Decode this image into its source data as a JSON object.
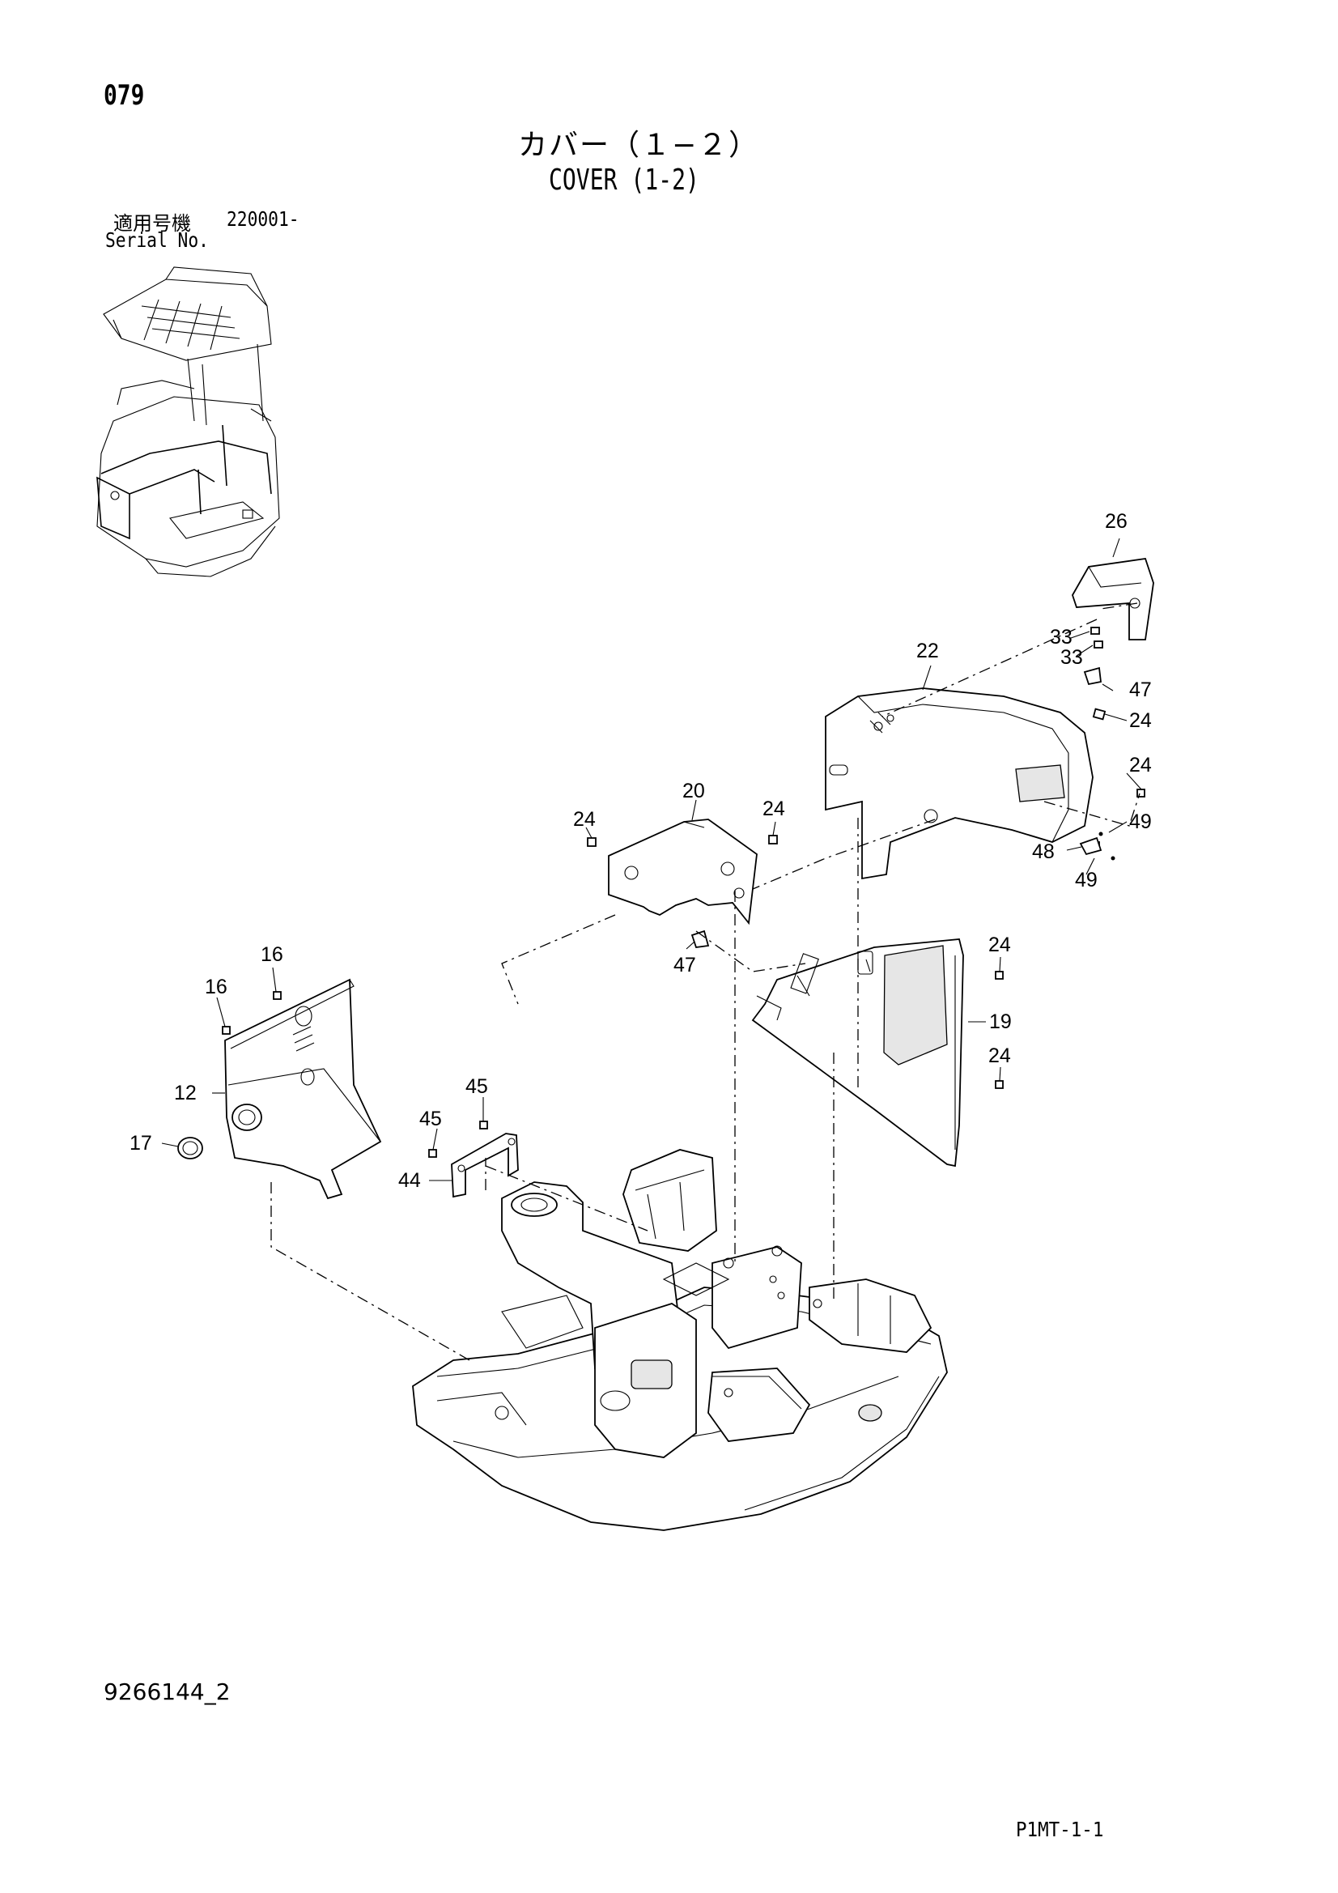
{
  "header": {
    "page_number": "079",
    "title_jp": "カバー（１−２）",
    "title_en": "COVER (1-2)",
    "serial_label_jp": "適用号機",
    "serial_value": "220001-",
    "serial_label_en": "Serial No."
  },
  "footer": {
    "drawing_number": "9266144_2",
    "page_code": "P1MT-1-1"
  },
  "part_labels": {
    "p26": "26",
    "p22": "22",
    "p33a": "33",
    "p33b": "33",
    "p47a": "47",
    "p24a": "24",
    "p24b": "24",
    "p49a": "49",
    "p48": "48",
    "p49b": "49",
    "p20": "20",
    "p24c": "24",
    "p24d": "24",
    "p47b": "47",
    "p24e": "24",
    "p19": "19",
    "p24f": "24",
    "p16a": "16",
    "p16b": "16",
    "p12": "12",
    "p17": "17",
    "p45a": "45",
    "p45b": "45",
    "p44": "44"
  }
}
